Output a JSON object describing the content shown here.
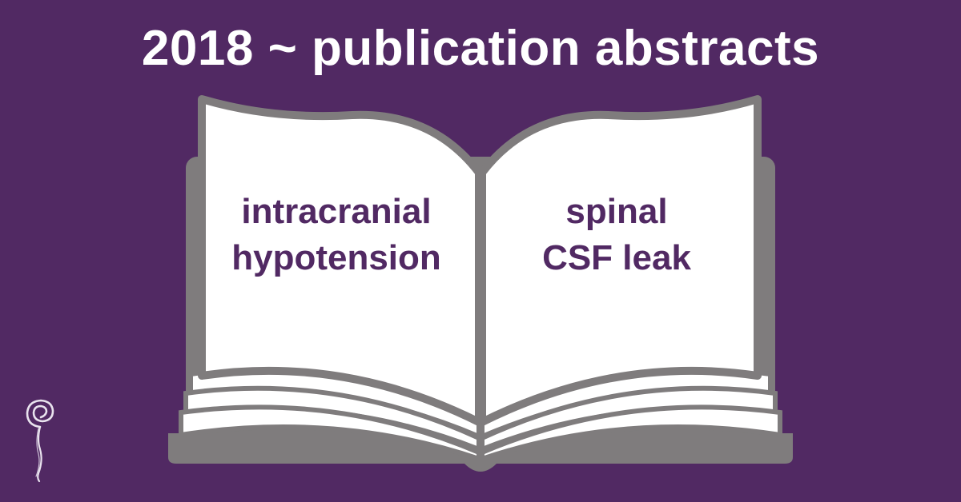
{
  "header": {
    "title": "2018 ~ publication abstracts"
  },
  "book": {
    "left_page": {
      "line1": "intracranial",
      "line2": "hypotension"
    },
    "right_page": {
      "line1": "spinal",
      "line2": "CSF leak"
    }
  },
  "logo": {
    "icon": "spiral-icon"
  },
  "colors": {
    "background": "#512963",
    "title_text": "#ffffff",
    "page_text": "#512963",
    "book_outline": "#7f7c7d",
    "page_fill": "#ffffff"
  }
}
